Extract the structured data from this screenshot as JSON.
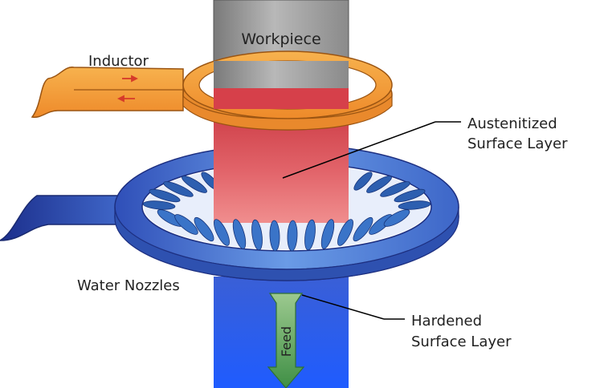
{
  "labels": {
    "workpiece": "Workpiece",
    "inductor": "Inductor",
    "austenitized_line1": "Austenitized",
    "austenitized_line2": "Surface Layer",
    "water_nozzles": "Water Nozzles",
    "hardened_line1": "Hardened",
    "hardened_line2": "Surface Layer",
    "feed": "Feed"
  },
  "colors": {
    "workpiece_gray": "#9a9a9a",
    "inductor_orange": "#f39a3a",
    "austenitized_red": "#e0525a",
    "nozzle_ring_blue": "#3f6fd0",
    "hardened_blue": "#2f63e8",
    "feed_arrow_green": "#4e9a52",
    "current_arrow_red": "#d63a2a"
  }
}
